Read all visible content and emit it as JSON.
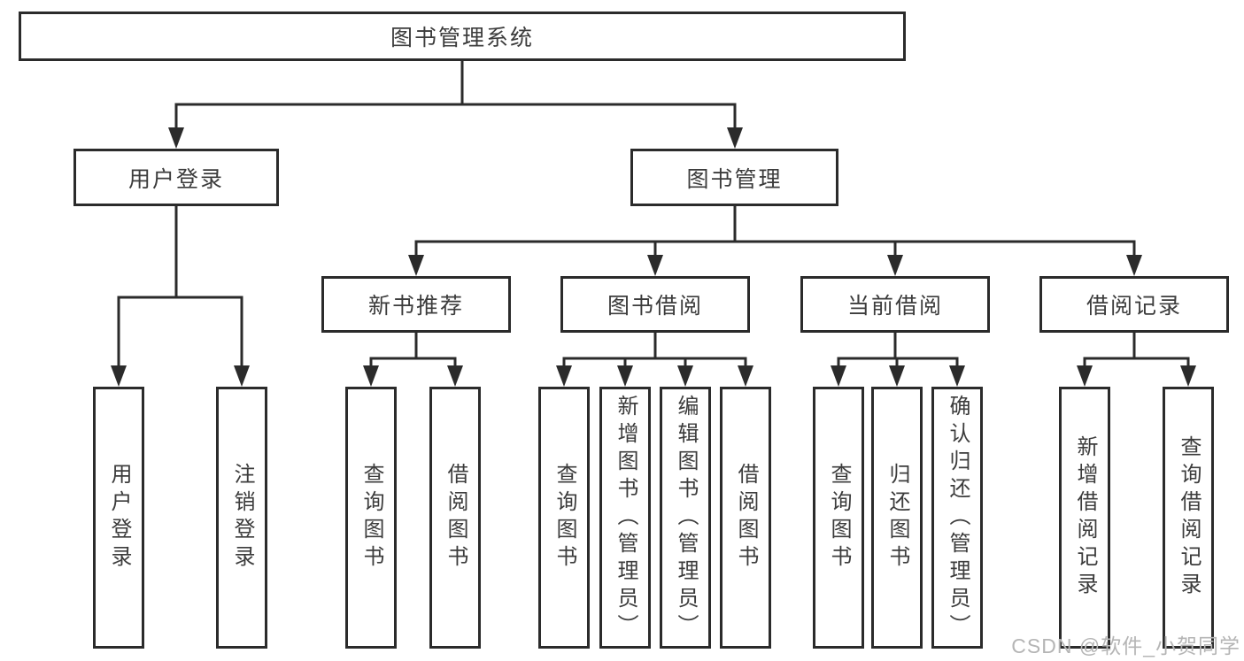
{
  "diagram": {
    "nodes": {
      "root": {
        "label": "图书管理系统"
      },
      "user_login": {
        "label": "用户登录"
      },
      "book_mgmt": {
        "label": "图书管理"
      },
      "new_book_rec": {
        "label": "新书推荐"
      },
      "book_borrow": {
        "label": "图书借阅"
      },
      "current_borrow": {
        "label": "当前借阅"
      },
      "borrow_records": {
        "label": "借阅记录"
      },
      "leaf_user_login": {
        "label": "用户登录"
      },
      "leaf_logout": {
        "label": "注销登录"
      },
      "leaf_query_book_new": {
        "label": "查询图书"
      },
      "leaf_borrow_book_new": {
        "label": "借阅图书"
      },
      "leaf_query_book_borrow": {
        "label": "查询图书"
      },
      "leaf_add_book_admin": {
        "label": "新增图书（管理员）"
      },
      "leaf_edit_book_admin": {
        "label": "编辑图书（管理员）"
      },
      "leaf_borrow_book_borrow": {
        "label": "借阅图书"
      },
      "leaf_query_book_current": {
        "label": "查询图书"
      },
      "leaf_return_book": {
        "label": "归还图书"
      },
      "leaf_confirm_return_admin": {
        "label": "确认归还（管理员）"
      },
      "leaf_add_borrow_record": {
        "label": "新增借阅记录"
      },
      "leaf_query_borrow_record": {
        "label": "查询借阅记录"
      }
    },
    "edges": [
      [
        "root",
        "user_login"
      ],
      [
        "root",
        "book_mgmt"
      ],
      [
        "user_login",
        "leaf_user_login"
      ],
      [
        "user_login",
        "leaf_logout"
      ],
      [
        "book_mgmt",
        "new_book_rec"
      ],
      [
        "book_mgmt",
        "book_borrow"
      ],
      [
        "book_mgmt",
        "current_borrow"
      ],
      [
        "book_mgmt",
        "borrow_records"
      ],
      [
        "new_book_rec",
        "leaf_query_book_new"
      ],
      [
        "new_book_rec",
        "leaf_borrow_book_new"
      ],
      [
        "book_borrow",
        "leaf_query_book_borrow"
      ],
      [
        "book_borrow",
        "leaf_add_book_admin"
      ],
      [
        "book_borrow",
        "leaf_edit_book_admin"
      ],
      [
        "book_borrow",
        "leaf_borrow_book_borrow"
      ],
      [
        "current_borrow",
        "leaf_query_book_current"
      ],
      [
        "current_borrow",
        "leaf_return_book"
      ],
      [
        "current_borrow",
        "leaf_confirm_return_admin"
      ],
      [
        "borrow_records",
        "leaf_add_borrow_record"
      ],
      [
        "borrow_records",
        "leaf_query_borrow_record"
      ]
    ]
  },
  "watermark": {
    "text": "CSDN @软件_小贺同学"
  },
  "colors": {
    "line": "#2b2b2b",
    "border": "#2b2b2b",
    "text": "#3c3c3c",
    "watermark": "#b5b5b5",
    "background": "#ffffff"
  }
}
